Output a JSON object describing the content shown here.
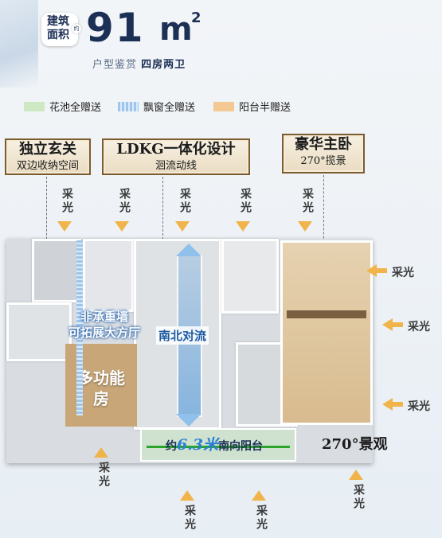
{
  "header": {
    "badge_line1": "建筑",
    "badge_line2": "面积",
    "badge_dot": "约",
    "area_number": "91",
    "area_unit": "m",
    "area_sup": "2",
    "subtitle_prefix": "户型鉴赏",
    "subtitle_bold": "四房两卫"
  },
  "legend": [
    {
      "label": "花池全赠送",
      "color": "#cfe8c4"
    },
    {
      "label": "飘窗全赠送",
      "color": "#9fc6ea"
    },
    {
      "label": "阳台半赠送",
      "color": "#f3c892"
    }
  ],
  "features": [
    {
      "title": "独立玄关",
      "subtitle": "双边收纳空间"
    },
    {
      "title": "LDKG一体化设计",
      "subtitle": "洄流动线"
    },
    {
      "title": "豪华主卧",
      "subtitle": "270°揽景"
    }
  ],
  "lighting_label": "采光",
  "plan": {
    "wall_note_line1": "非承重墙",
    "wall_note_line2": "可拓展大方厅",
    "airflow_label": "南北对流",
    "multi_room": "多功能房",
    "balcony_prefix": "约",
    "balcony_value": "6.3米",
    "balcony_suffix": "南向阳台",
    "view_label": "270°景观"
  },
  "colors": {
    "navy": "#1c2f55",
    "gold": "#f0b44b",
    "wood": "#c8a678",
    "blue_arrow": "#3f8fd8"
  }
}
